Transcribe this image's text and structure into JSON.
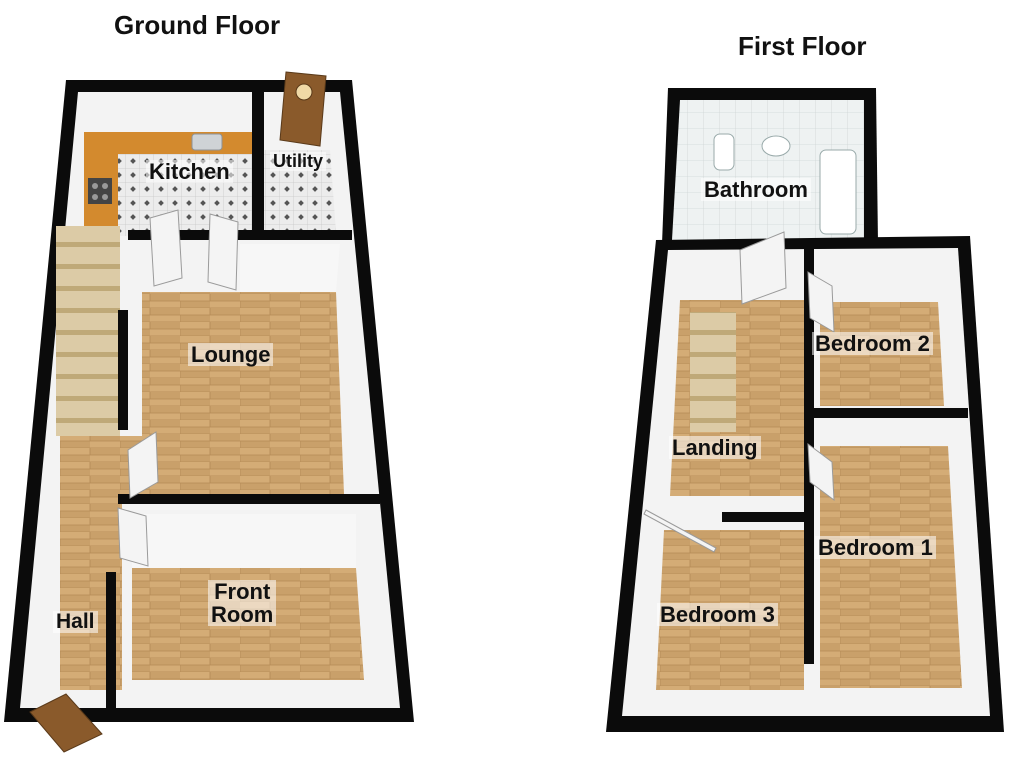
{
  "floors": {
    "ground": {
      "title": "Ground Floor",
      "rooms": {
        "kitchen": "Kitchen",
        "utility": "Utility",
        "lounge": "Lounge",
        "front_room_line1": "Front",
        "front_room_line2": "Room",
        "hall": "Hall"
      }
    },
    "first": {
      "title": "First Floor",
      "rooms": {
        "bathroom": "Bathroom",
        "bedroom2": "Bedroom 2",
        "landing": "Landing",
        "bedroom1": "Bedroom 1",
        "bedroom3": "Bedroom 3"
      }
    }
  },
  "colors": {
    "wall_outer": "#0b0b0b",
    "wall_inner": "#f2f2f2",
    "wood_floor": "#c9a06a",
    "wood_floor_light": "#d9b886",
    "tile_floor": "#e4e4e4",
    "kitchen_worktop": "#d38a2e",
    "door": "#f4f4f4",
    "front_door": "#8a5a2b",
    "stairs": "#d8c7a1"
  }
}
